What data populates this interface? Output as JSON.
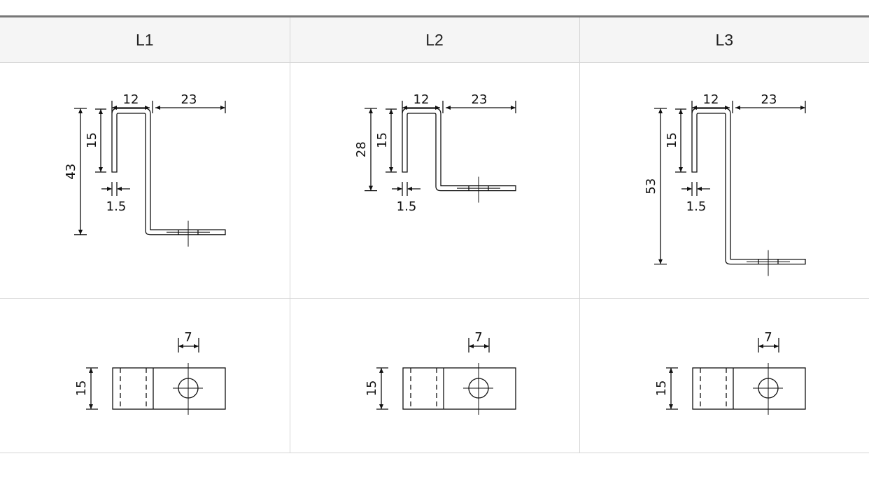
{
  "columns": [
    {
      "header": "L1",
      "side": {
        "top_left": "12",
        "top_right": "23",
        "inner_height": "15",
        "total_height": "43",
        "thickness": "1.5",
        "total_mm": 43
      },
      "top_view": {
        "hole": "7",
        "width": "15"
      }
    },
    {
      "header": "L2",
      "side": {
        "top_left": "12",
        "top_right": "23",
        "inner_height": "15",
        "total_height": "28",
        "thickness": "1.5",
        "total_mm": 28
      },
      "top_view": {
        "hole": "7",
        "width": "15"
      }
    },
    {
      "header": "L3",
      "side": {
        "top_left": "12",
        "top_right": "23",
        "inner_height": "15",
        "total_height": "53",
        "thickness": "1.5",
        "total_mm": 53
      },
      "top_view": {
        "hole": "7",
        "width": "15"
      }
    }
  ],
  "colors": {
    "line": "#111111",
    "header_bg": "#f5f5f5",
    "grid": "#d6d6d6",
    "top_rule": "#777777"
  }
}
